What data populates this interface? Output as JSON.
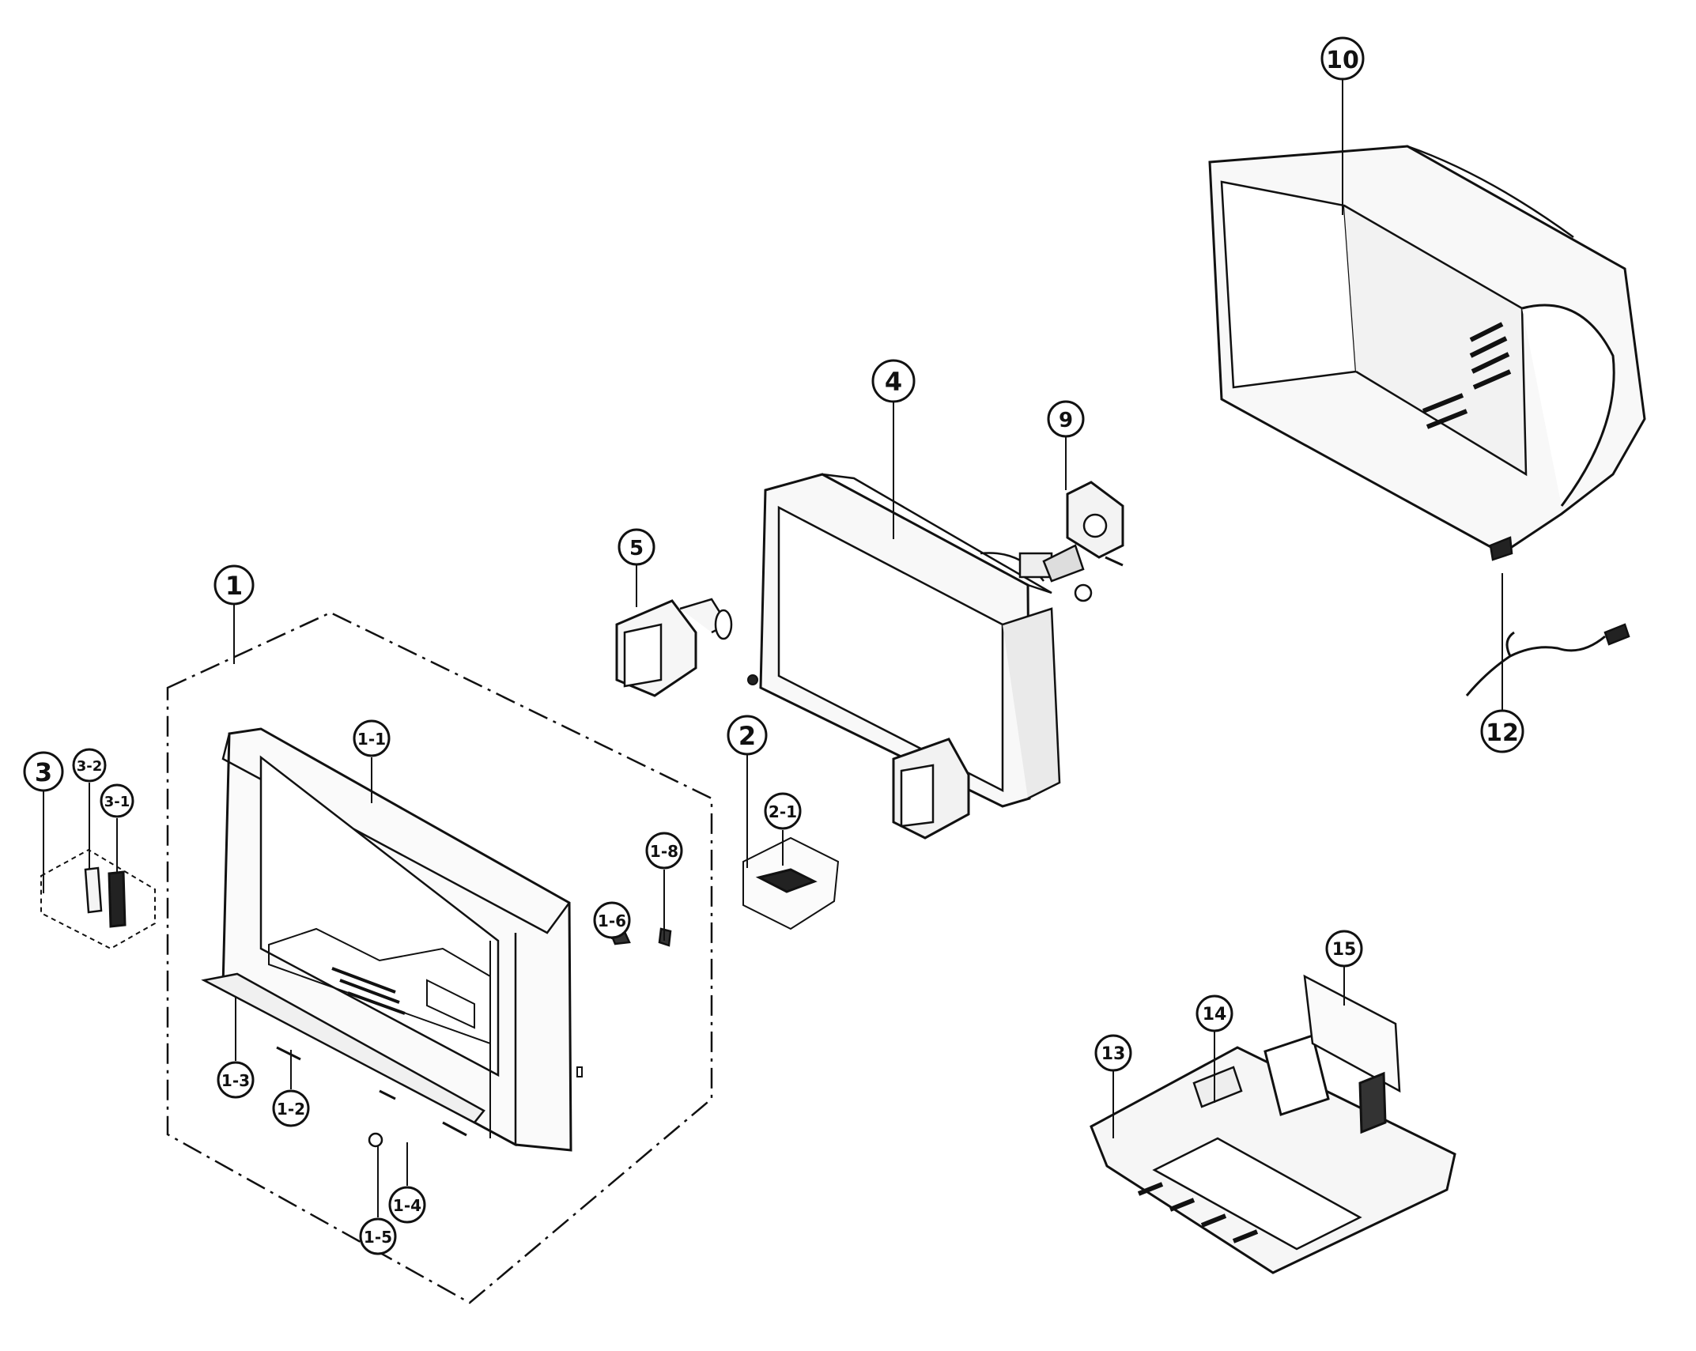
{
  "diagram": {
    "callouts": {
      "c1": "1",
      "c1_1": "1-1",
      "c1_2": "1-2",
      "c1_3": "1-3",
      "c1_4": "1-4",
      "c1_5": "1-5",
      "c1_6": "1-6",
      "c1_8": "1-8",
      "c2": "2",
      "c2_1": "2-1",
      "c3": "3",
      "c3_1": "3-1",
      "c3_2": "3-2",
      "c4": "4",
      "c5": "5",
      "c9": "9",
      "c10": "10",
      "c12": "12",
      "c13": "13",
      "c14": "14",
      "c15": "15"
    }
  }
}
